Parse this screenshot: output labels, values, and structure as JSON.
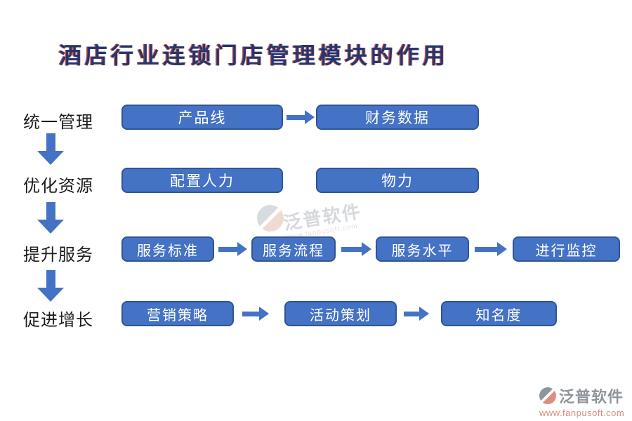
{
  "title": "酒店行业连锁门店管理模块的作用",
  "rows": [
    {
      "label": "统一管理",
      "boxes": [
        "产品线",
        "财务数据"
      ]
    },
    {
      "label": "优化资源",
      "boxes": [
        "配置人力",
        "物力"
      ]
    },
    {
      "label": "提升服务",
      "boxes": [
        "服务标准",
        "服务流程",
        "服务水平",
        "进行监控"
      ]
    },
    {
      "label": "促进增长",
      "boxes": [
        "营销策略",
        "活动策划",
        "知名度"
      ]
    }
  ],
  "watermark": {
    "brand": "泛普软件",
    "url": "www.fanpusoft.com"
  },
  "footer_logo": {
    "brand": "泛普软件",
    "url": "www.fanpusoft.com"
  },
  "colors": {
    "box_fill": "#4472C4",
    "box_border": "#2F5597",
    "arrow": "#4472C4",
    "title_navy": "#26356F",
    "title_fringe_red": "#BE3C2D",
    "label_black": "#1B1B1B",
    "logo_gray": "#8F959C",
    "logo_salmon": "#DD8F7C"
  }
}
